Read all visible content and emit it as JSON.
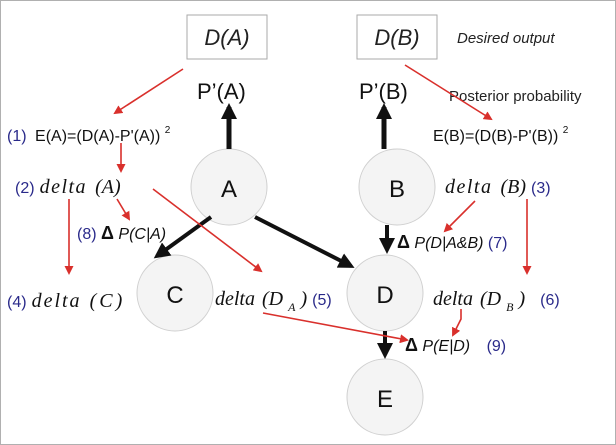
{
  "colors": {
    "red_arrow": "#d9302c",
    "black_arrow": "#111111",
    "number_blue": "#2a2a8a",
    "node_fill": "#f4f4f4",
    "node_stroke": "#cfcfcf",
    "box_stroke": "#aaaaaa"
  },
  "boxes": {
    "DA": "D(A)",
    "DB": "D(B)"
  },
  "labels": {
    "desired_output": "Desired output",
    "posterior_probability": "Posterior probability",
    "PA": "P’(A)",
    "PB": "P’(B)"
  },
  "nodes": {
    "A": "A",
    "B": "B",
    "C": "C",
    "D": "D",
    "E": "E"
  },
  "equations": {
    "EA_num": "(1)",
    "EA_text": "E(A)=(D(A)-P'(A))",
    "EA_sup": "2",
    "EB_text": "E(B)=(D(B)-P'(B))",
    "EB_sup": "2"
  },
  "deltas": {
    "deltaA_num": "(2)",
    "deltaA": "delta",
    "deltaA_arg": "(A)",
    "deltaB": "delta",
    "deltaB_arg": "(B)",
    "deltaB_num": "(3)",
    "deltaC_num": "(4)",
    "deltaC": "delta",
    "deltaC_arg": "(C)",
    "deltaDA": "delta",
    "deltaDA_open": "(D",
    "deltaDA_sub": "A",
    "deltaDA_close": ")",
    "deltaDA_num": "(5)",
    "deltaDB": "delta",
    "deltaDB_open": "(D",
    "deltaDB_sub": "B",
    "deltaDB_close": ")",
    "deltaDB_num": "(6)"
  },
  "delta_p": {
    "symbol": "Δ",
    "pCA_num": "(8)",
    "pCA": "P(C|A)",
    "pDAB": "P(D|A&B)",
    "pDAB_num": "(7)",
    "pED": "P(E|D)",
    "pED_num": "(9)"
  }
}
